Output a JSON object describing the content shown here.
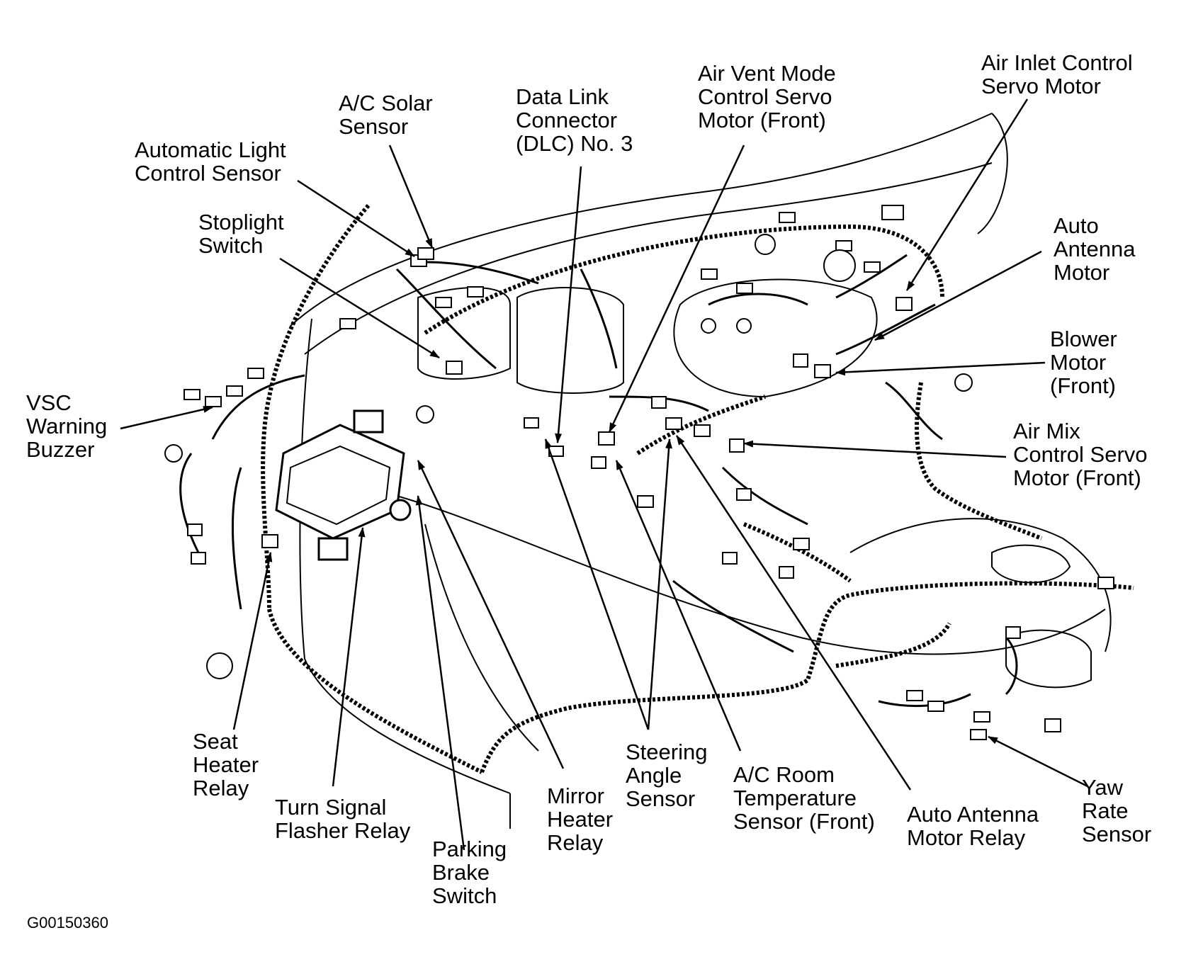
{
  "figure_id": "G00150360",
  "labels": {
    "ac_solar_sensor": [
      "A/C Solar",
      "Sensor"
    ],
    "automatic_light_control_sensor": [
      "Automatic Light",
      "Control Sensor"
    ],
    "stoplight_switch": [
      "Stoplight",
      "Switch"
    ],
    "data_link_connector": [
      "Data Link",
      "Connector",
      "(DLC) No. 3"
    ],
    "air_vent_mode_servo": [
      "Air Vent Mode",
      "Control Servo",
      "Motor (Front)"
    ],
    "air_inlet_servo": [
      "Air Inlet Control",
      "Servo Motor"
    ],
    "auto_antenna_motor": [
      "Auto",
      "Antenna",
      "Motor"
    ],
    "blower_motor": [
      "Blower",
      "Motor",
      "(Front)"
    ],
    "air_mix_servo": [
      "Air Mix",
      "Control Servo",
      "Motor (Front)"
    ],
    "vsc_warning_buzzer": [
      "VSC",
      "Warning",
      "Buzzer"
    ],
    "seat_heater_relay": [
      "Seat",
      "Heater",
      "Relay"
    ],
    "turn_signal_flasher_relay": [
      "Turn Signal",
      "Flasher Relay"
    ],
    "parking_brake_switch": [
      "Parking",
      "Brake",
      "Switch"
    ],
    "mirror_heater_relay": [
      "Mirror",
      "Heater",
      "Relay"
    ],
    "steering_angle_sensor": [
      "Steering",
      "Angle",
      "Sensor"
    ],
    "ac_room_temp_sensor": [
      "A/C Room",
      "Temperature",
      "Sensor (Front)"
    ],
    "auto_antenna_motor_relay": [
      "Auto Antenna",
      "Motor Relay"
    ],
    "yaw_rate_sensor": [
      "Yaw",
      "Rate",
      "Sensor"
    ]
  }
}
